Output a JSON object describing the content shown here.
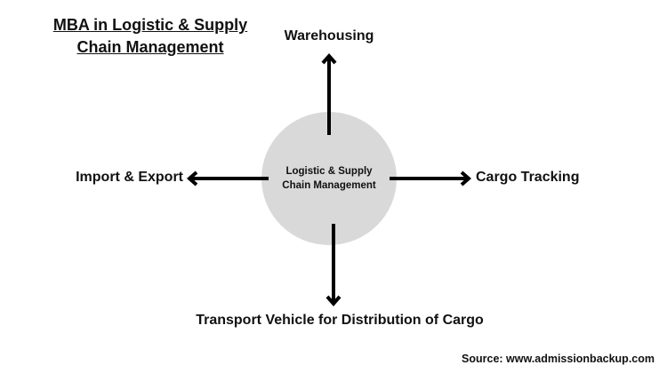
{
  "title": "MBA in Logistic & Supply Chain Management",
  "title_lines": [
    " MBA in Logistic & Supply",
    "Chain Management"
  ],
  "center": {
    "lines": [
      "Logistic & Supply",
      "Chain Management"
    ],
    "fill_color": "#d9d9d9"
  },
  "branches": {
    "top": "Warehousing",
    "left": "Import & Export",
    "right": "Cargo Tracking",
    "bottom": "Transport Vehicle for Distribution of Cargo"
  },
  "arrow_color": "#000000",
  "source": "Source: www.admissionbackup.com"
}
